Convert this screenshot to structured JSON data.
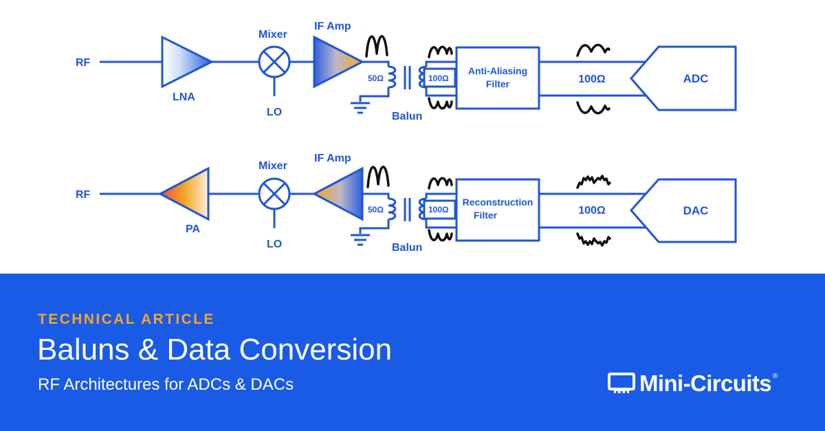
{
  "colors": {
    "diagram_blue": "#1f55d6",
    "banner_blue": "#1a5be6",
    "eyebrow_orange": "#f6a623",
    "waveform_black": "#111111",
    "gradient_blue": "#2d5fe0",
    "gradient_orange": "#f6a623",
    "gradient_red": "#f04b46"
  },
  "diagram": {
    "receive_chain": {
      "input_label": "RF",
      "amp_label": "LNA",
      "mixer_label": "Mixer",
      "lo_label": "LO",
      "if_amp_label": "IF Amp",
      "primary_impedance": "50Ω",
      "secondary_impedance": "100Ω",
      "balun_label": "Balun",
      "filter_label_line1": "Anti-Aliasing",
      "filter_label_line2": "Filter",
      "line_impedance": "100Ω",
      "converter_label": "ADC"
    },
    "transmit_chain": {
      "input_label": "RF",
      "amp_label": "PA",
      "mixer_label": "Mixer",
      "lo_label": "LO",
      "if_amp_label": "IF Amp",
      "primary_impedance": "50Ω",
      "secondary_impedance": "100Ω",
      "balun_label": "Balun",
      "filter_label_line1": "Reconstruction",
      "filter_label_line2": "Filter",
      "line_impedance": "100Ω",
      "converter_label": "DAC"
    }
  },
  "banner": {
    "eyebrow": "TECHNICAL ARTICLE",
    "title": "Baluns & Data Conversion",
    "subtitle": "RF Architectures for ADCs & DACs",
    "brand": "Mini-Circuits",
    "registered_mark": "®"
  }
}
